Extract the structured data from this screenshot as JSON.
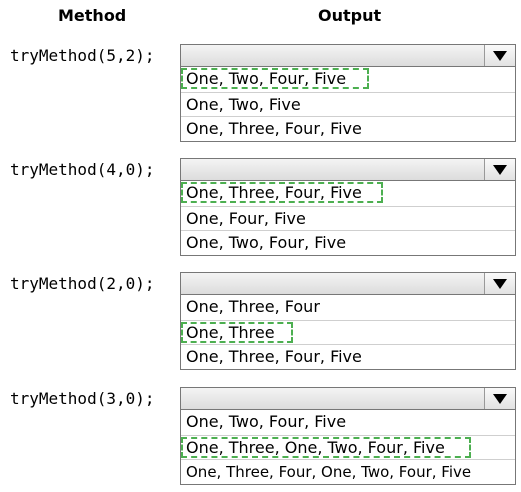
{
  "headers": {
    "method": "Method",
    "output": "Output"
  },
  "rows": [
    {
      "method": "tryMethod(5,2);",
      "options": [
        "One, Two, Four, Five",
        "One, Two, Five",
        "One, Three, Four, Five"
      ],
      "selected_index": 0
    },
    {
      "method": "tryMethod(4,0);",
      "options": [
        "One, Three, Four, Five",
        "One, Four, Five",
        "One, Two, Four, Five"
      ],
      "selected_index": 0
    },
    {
      "method": "tryMethod(2,0);",
      "options": [
        "One, Three, Four",
        "One, Three",
        "One, Three, Four, Five"
      ],
      "selected_index": 1
    },
    {
      "method": "tryMethod(3,0);",
      "options": [
        "One, Two, Four, Five",
        "One, Three, One, Two, Four, Five",
        "One, Three, Four, One, Two, Four, Five"
      ],
      "selected_index": 1
    }
  ],
  "icons": {
    "dropdown": "triangle-down-icon"
  },
  "colors": {
    "selection_border": "#4caf50",
    "dropdown_border": "#777777"
  }
}
